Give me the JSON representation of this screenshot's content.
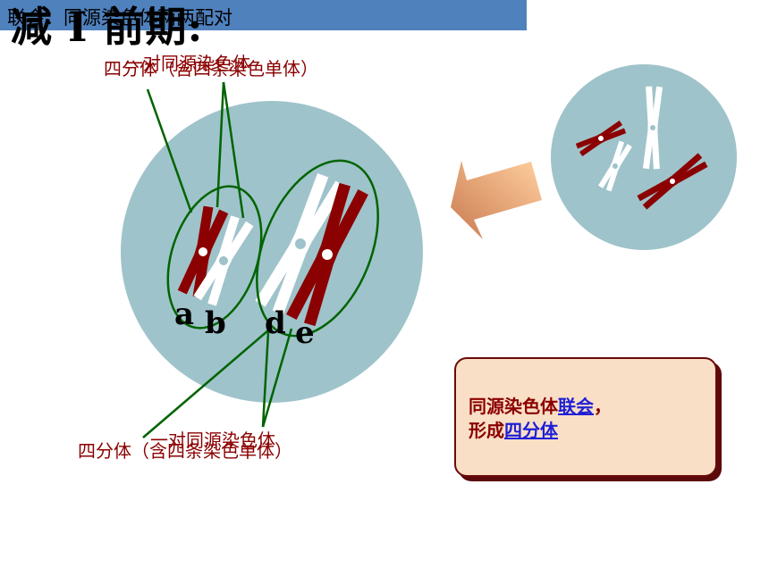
{
  "banner": {
    "text": "联会：同源染色体两两配对"
  },
  "title": {
    "text": "减 I 前期:"
  },
  "labels": {
    "top_pair": "一对同源染色体",
    "top_tetrad": "四分体（含四条染色单体）",
    "bottom_pair": "一对同源染色体",
    "bottom_tetrad": "四分体（含四条染色单体）"
  },
  "chromatid_letters": [
    "a",
    "b",
    "d",
    "e"
  ],
  "info_box": {
    "text_before_1": "同源染色体",
    "keyword_1": "联会",
    "text_after_1": "，",
    "text_before_2": "形成",
    "keyword_2": "四分体"
  },
  "colors": {
    "cell": "#9fc3ca",
    "chromosome_red": "#8b0000",
    "chromosome_white": "#ffffff",
    "outline_green": "#006400",
    "label_red": "#8b0000",
    "banner": "#4f81bd",
    "box_fill": "#f9dfc6",
    "keyword_blue": "#1f1fd6",
    "arrow": "#e8a070"
  }
}
